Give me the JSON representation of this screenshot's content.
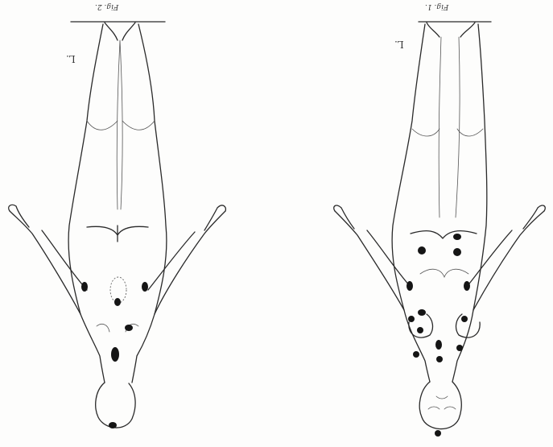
{
  "plate": {
    "figures": [
      {
        "id": "fig-2",
        "caption": "Fig. 2.",
        "side_label": "L."
      },
      {
        "id": "fig-1",
        "caption": "Fig. 1.",
        "side_label": "L."
      }
    ]
  },
  "colors": {
    "ink": "#2a2a2a",
    "spot": "#151515",
    "paper": "#fdfdfc"
  }
}
